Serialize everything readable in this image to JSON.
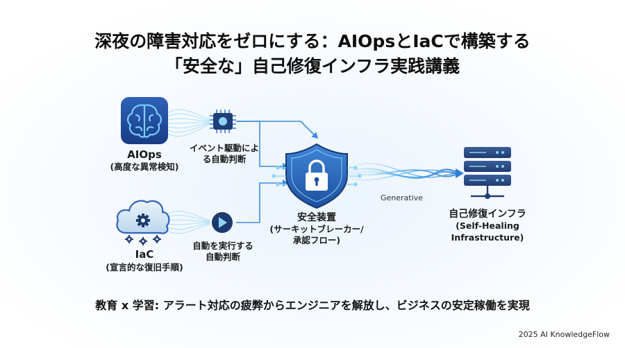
{
  "title": {
    "line1": "深夜の障害対応をゼロにする：AIOpsとIaCで構築する",
    "line2": "「安全な」自己修復インフラ実践講義"
  },
  "nodes": {
    "aiops": {
      "name": "AIOps",
      "sub": "(高度な異常検知)"
    },
    "event": {
      "line1": "イベント駆動によ",
      "line2": "る自動判断"
    },
    "iac": {
      "name": "IaC",
      "sub": "(宣言的な復旧手順)"
    },
    "auto": {
      "line1": "自動を実行する",
      "line2": "自動判断"
    },
    "safety": {
      "name": "安全装置",
      "line1": "(サーキットブレーカー/",
      "line2": "承認フロー)"
    },
    "infra": {
      "name": "自己修復インフラ",
      "sub": "(Self-Healing Infrastructure)"
    }
  },
  "flow_label": "Generative",
  "footer": "教育 x 学習: アラート対応の疲弊からエンジニアを解放し、ビジネスの安定稼働を実現",
  "brand": "2025 AI KnowledgeFlow",
  "colors": {
    "accent": "#2f7fd6",
    "dark": "#1d3a6e",
    "light": "#7ac0f2",
    "cyan": "#8fd4f6"
  }
}
